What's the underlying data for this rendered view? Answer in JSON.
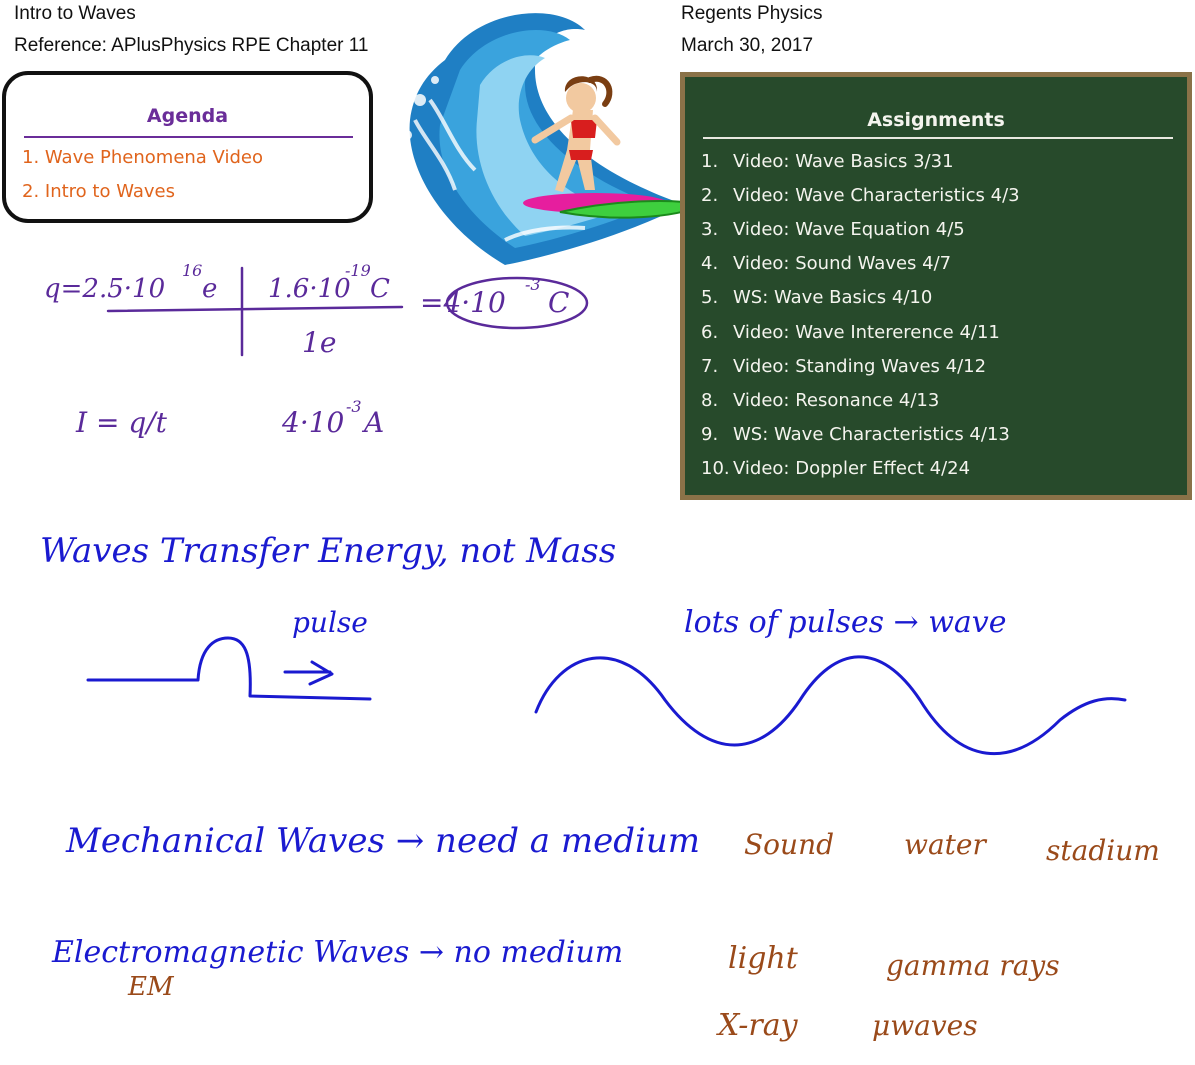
{
  "header": {
    "title": "Intro to Waves",
    "reference": "Reference: APlusPhysics RPE Chapter 11",
    "course": "Regents Physics",
    "date": "March 30, 2017"
  },
  "agenda": {
    "title": "Agenda",
    "items": [
      "1.  Wave Phenomena Video",
      "2. Intro to Waves"
    ]
  },
  "assignments": {
    "title": "Assignments",
    "items": [
      {
        "num": "1.",
        "text": "Video: Wave Basics 3/31"
      },
      {
        "num": "2.",
        "text": "Video: Wave Characteristics 4/3"
      },
      {
        "num": "3.",
        "text": "Video: Wave Equation 4/5"
      },
      {
        "num": "4.",
        "text": "Video: Sound Waves 4/7"
      },
      {
        "num": "5.",
        "text": "WS: Wave Basics 4/10"
      },
      {
        "num": "6.",
        "text": "Video: Wave Intererence 4/11"
      },
      {
        "num": "7.",
        "text": "Video: Standing Waves 4/12"
      },
      {
        "num": "8.",
        "text": "Video: Resonance 4/13"
      },
      {
        "num": "9.",
        "text": "WS: Wave Characteristics 4/13"
      },
      {
        "num": "10.",
        "text": "Video: Doppler Effect 4/24"
      }
    ]
  },
  "notes": {
    "charge_lhs": "q=2.5·10",
    "charge_lhs_exp": "16",
    "charge_unit": "e",
    "conv_num": "1.6·10",
    "conv_num_exp": "-19",
    "conv_num_unit": "C",
    "conv_den": "1e",
    "result": "=4·10",
    "result_exp": "-3",
    "result_unit": "C",
    "current_formula": "I = q/t",
    "current_value": "4·10",
    "current_exp": "-3",
    "current_unit": "A",
    "energy_line": "Waves Transfer Energy, not Mass",
    "pulse_label": "pulse",
    "wave_label": "lots of pulses → wave",
    "mechanical": "Mechanical Waves → need a medium",
    "mech_examples": [
      "Sound",
      "water",
      "stadium"
    ],
    "em": "Electromagnetic Waves → no medium",
    "em_abbr": "EM",
    "em_examples": [
      "light",
      "gamma rays",
      "X-ray",
      "μwaves"
    ]
  },
  "colors": {
    "purple_ink": "#5a2a9a",
    "blue_ink": "#1a1ad0",
    "brown_ink": "#9a4a1a",
    "orange_text": "#e0641c",
    "board_green": "#274a2b",
    "board_frame": "#8a7248"
  }
}
